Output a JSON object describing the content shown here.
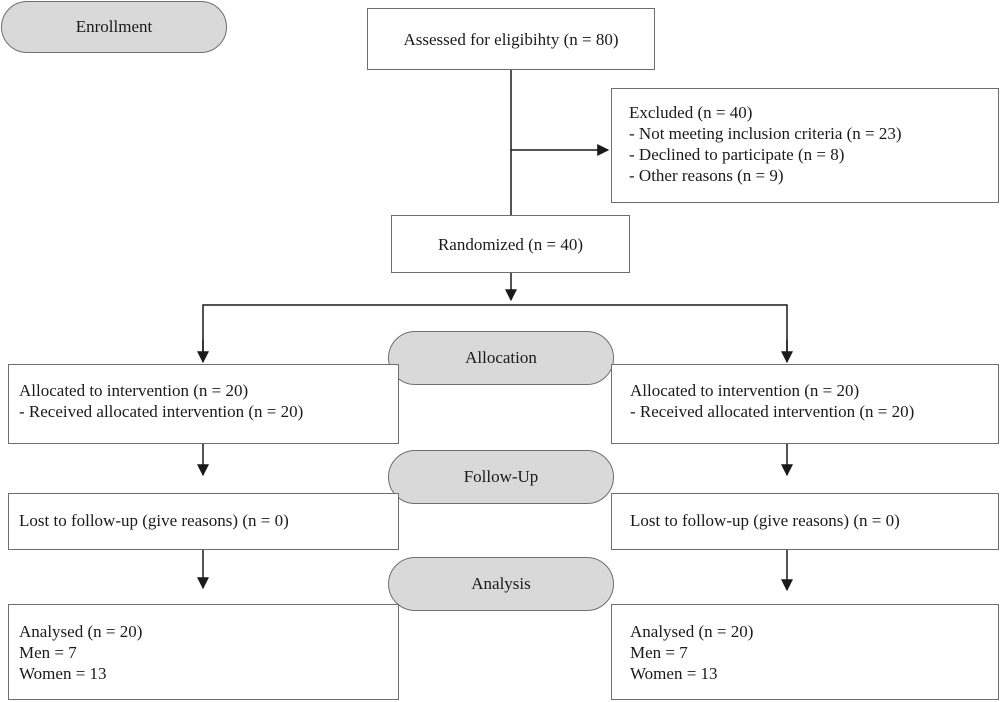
{
  "stages": {
    "enrollment": "Enrollment",
    "allocation": "Allocation",
    "follow_up": "Follow-Up",
    "analysis": "Analysis"
  },
  "assessed": "Assessed for eligibihty (n = 80)",
  "excluded": {
    "title": "Excluded (n = 40)",
    "reasons": [
      "- Not meeting inclusion criteria (n = 23)",
      "- Declined to participate (n = 8)",
      "- Other reasons (n = 9)"
    ]
  },
  "randomized": "Randomized (n = 40)",
  "left_arm": {
    "allocated": "Allocated to intervention (n = 20)",
    "received": "- Received allocated intervention (n = 20)",
    "lost": "Lost to follow-up (give reasons) (n = 0)",
    "analysed": "Analysed (n = 20)",
    "men": "Men = 7",
    "women": "Women = 13"
  },
  "right_arm": {
    "allocated": "Allocated to intervention (n = 20)",
    "received": "- Received allocated intervention (n = 20)",
    "lost": "Lost to follow-up (give reasons) (n = 0)",
    "analysed": "Analysed (n = 20)",
    "men": "Men = 7",
    "women": "Women = 13"
  }
}
